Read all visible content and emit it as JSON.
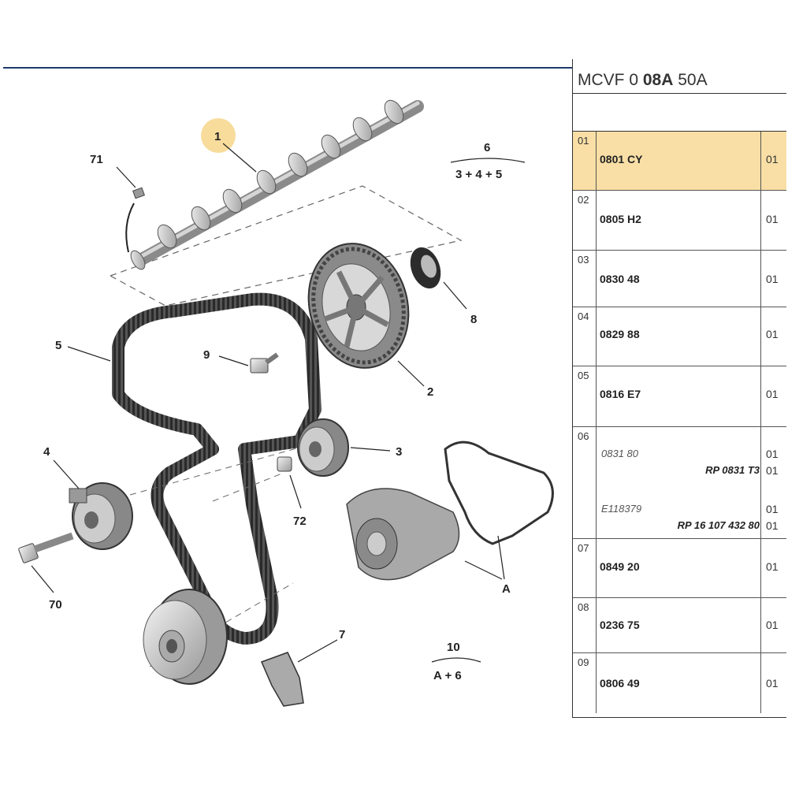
{
  "panel": {
    "title_prefix": "MCVF 0 ",
    "title_bold": "08A",
    "title_suffix": " 50A",
    "rows": [
      {
        "idx": "01",
        "ref": "0801 CY",
        "qty": "01",
        "selected": true
      },
      {
        "idx": "02",
        "ref": "0805 H2",
        "qty": "01"
      },
      {
        "idx": "03",
        "ref": "0830 48",
        "qty": "01"
      },
      {
        "idx": "04",
        "ref": "0829 88",
        "qty": "01"
      },
      {
        "idx": "05",
        "ref": "0816 E7",
        "qty": "01"
      },
      {
        "idx": "06",
        "sub": [
          {
            "text": "0831 80",
            "qty": "01"
          },
          {
            "text": "RP 0831 T3",
            "qty": "01"
          },
          {
            "text": "E118379",
            "qty": "01"
          },
          {
            "text": "RP 16 107 432 80",
            "qty": "01"
          }
        ]
      },
      {
        "idx": "07",
        "ref": "0849 20",
        "qty": "01"
      },
      {
        "idx": "08",
        "ref": "0236 75",
        "qty": "01"
      },
      {
        "idx": "09",
        "ref": "0806 49",
        "qty": "01"
      }
    ]
  },
  "callouts": {
    "c1": "1",
    "c71": "71",
    "c6": "6",
    "c6_formula": "3 + 4 + 5",
    "c8": "8",
    "c5": "5",
    "c9": "9",
    "c2": "2",
    "c3": "3",
    "c4": "4",
    "c72": "72",
    "c70": "70",
    "cA": "A",
    "c7": "7",
    "c10": "10",
    "c10_formula": "A + 6"
  },
  "colors": {
    "highlight": "#f9dfa6",
    "callout_badge": "#f7dc9c",
    "header_rule": "#1f3a6b"
  }
}
